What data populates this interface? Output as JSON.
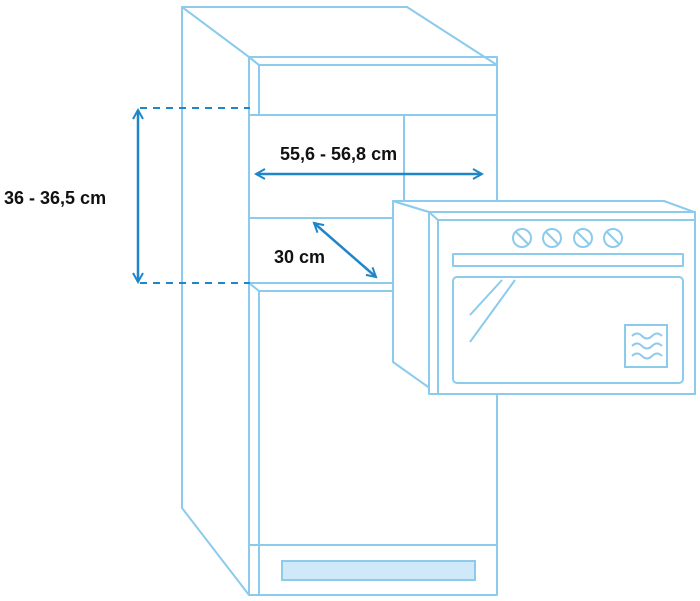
{
  "colors": {
    "outline": "#8ccbec",
    "dimension": "#1f86c9",
    "panel_fill": "#cfe9f8",
    "text": "#111111"
  },
  "dimensions": {
    "height": "36 - 36,5 cm",
    "width": "55,6 - 56,8 cm",
    "depth": "30 cm"
  },
  "icons": {
    "window_symbol": "microwave-waves-icon"
  }
}
